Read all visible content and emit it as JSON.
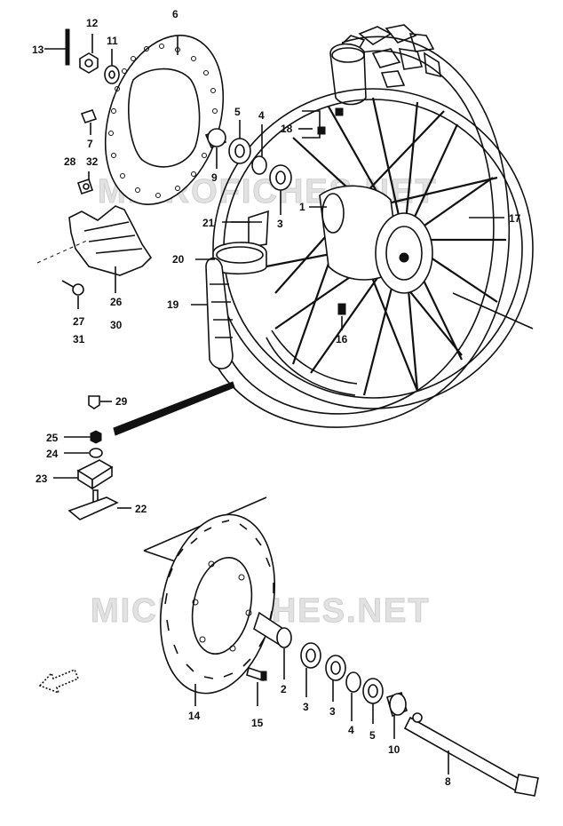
{
  "watermark": {
    "text_upper": "MICROFICHES.NET",
    "text_lower": "MICROFICHES.NET"
  },
  "callouts": [
    {
      "id": "c13",
      "text": "13"
    },
    {
      "id": "c12",
      "text": "12"
    },
    {
      "id": "c11",
      "text": "11"
    },
    {
      "id": "c6",
      "text": "6"
    },
    {
      "id": "c7",
      "text": "7"
    },
    {
      "id": "c28",
      "text": "28"
    },
    {
      "id": "c32",
      "text": "32"
    },
    {
      "id": "c5",
      "text": "5"
    },
    {
      "id": "c4a",
      "text": "4"
    },
    {
      "id": "c9",
      "text": "9"
    },
    {
      "id": "c3a",
      "text": "3"
    },
    {
      "id": "c18",
      "text": "18"
    },
    {
      "id": "c1",
      "text": "1"
    },
    {
      "id": "c17",
      "text": "17"
    },
    {
      "id": "c21",
      "text": "21"
    },
    {
      "id": "c20",
      "text": "20"
    },
    {
      "id": "c19",
      "text": "19"
    },
    {
      "id": "c26",
      "text": "26"
    },
    {
      "id": "c30",
      "text": "30"
    },
    {
      "id": "c27",
      "text": "27"
    },
    {
      "id": "c31",
      "text": "31"
    },
    {
      "id": "c16",
      "text": "16"
    },
    {
      "id": "c29",
      "text": "29"
    },
    {
      "id": "c25",
      "text": "25"
    },
    {
      "id": "c24",
      "text": "24"
    },
    {
      "id": "c23",
      "text": "23"
    },
    {
      "id": "c22",
      "text": "22"
    },
    {
      "id": "c14",
      "text": "14"
    },
    {
      "id": "c15",
      "text": "15"
    },
    {
      "id": "c2",
      "text": "2"
    },
    {
      "id": "c3b",
      "text": "3"
    },
    {
      "id": "c3c",
      "text": "3"
    },
    {
      "id": "c4b",
      "text": "4"
    },
    {
      "id": "c5b",
      "text": "5"
    },
    {
      "id": "c10",
      "text": "10"
    },
    {
      "id": "c8",
      "text": "8"
    }
  ]
}
